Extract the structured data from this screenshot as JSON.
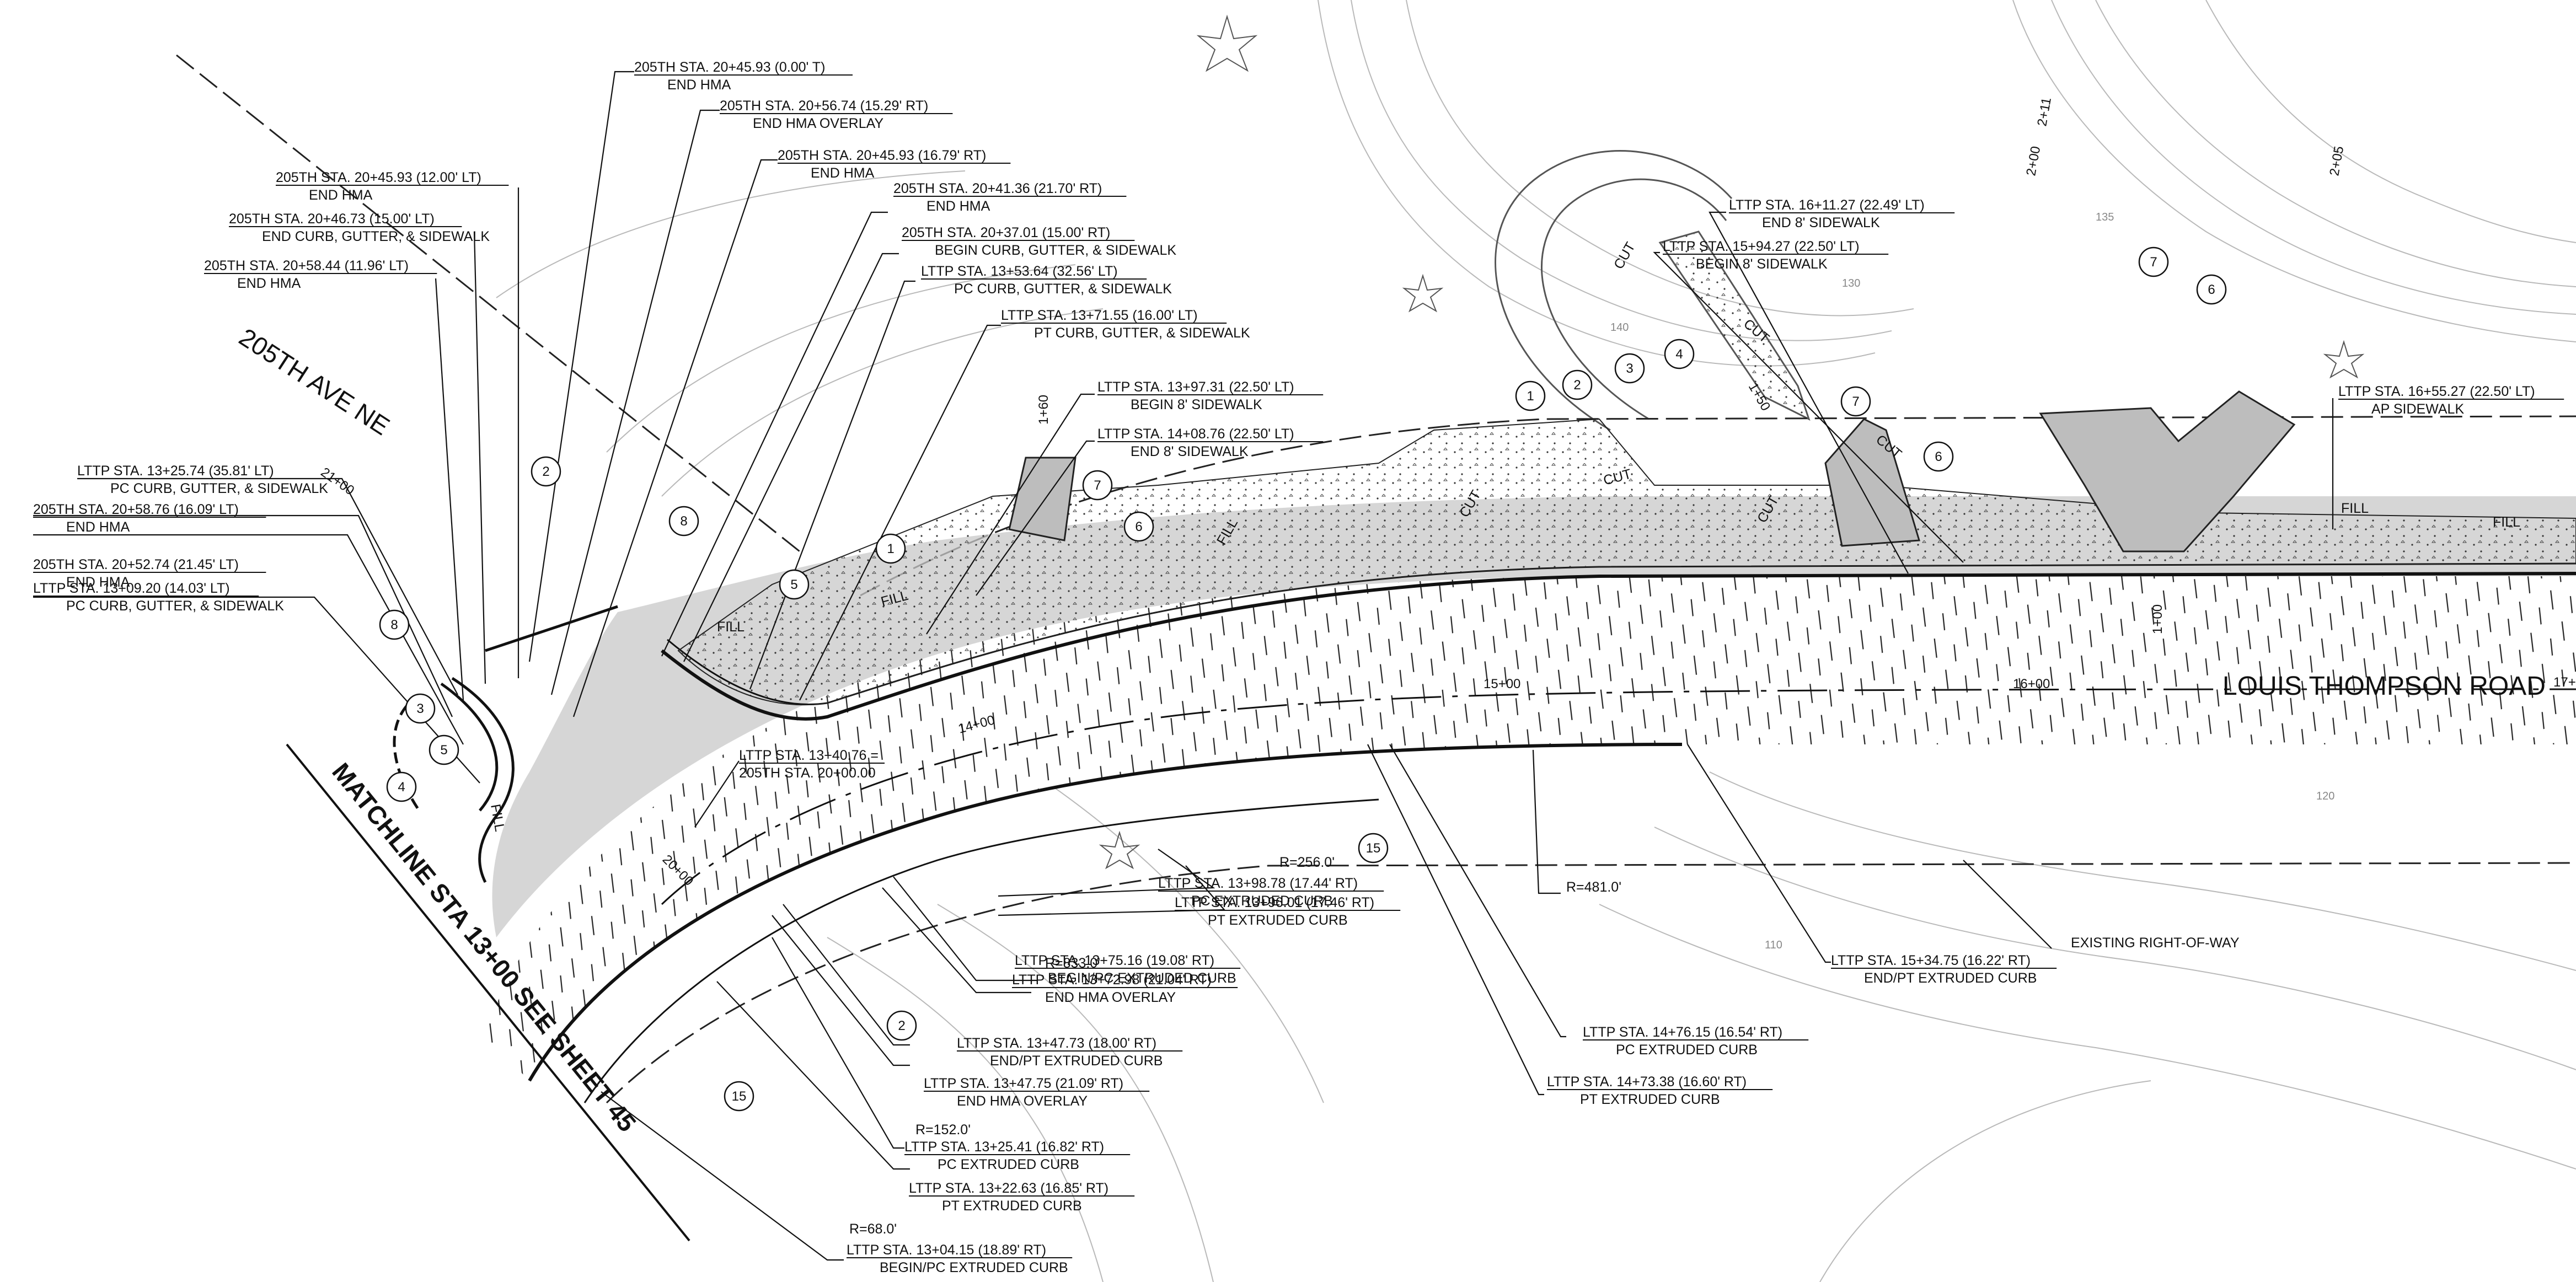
{
  "road_name": "LOUIS THOMPSON ROAD",
  "street_name": "205TH AVE NE",
  "matchline": "MATCHLINE STA 13+00 SEE SHEET 45",
  "labels": {
    "existing_row": "EXISTING RIGHT-OF-WAY",
    "fill": "FILL",
    "cut": "CUT"
  },
  "radii": [
    "R=256.0'",
    "R=481.0'",
    "R=833.0'",
    "R=152.0'",
    "R=68.0'"
  ],
  "stations": [
    "14+00",
    "15+00",
    "16+00",
    "17+",
    "21+00",
    "20+00",
    "1+60",
    "1+00",
    "2+00",
    "2+11",
    "2+05",
    "1+50"
  ],
  "callouts": [
    {
      "l1": "205TH STA. 20+45.93  (0.00' T)",
      "l2": "END HMA"
    },
    {
      "l1": "205TH STA. 20+56.74  (15.29' RT)",
      "l2": "END HMA OVERLAY"
    },
    {
      "l1": "205TH STA. 20+45.93  (16.79' RT)",
      "l2": "END HMA"
    },
    {
      "l1": "205TH STA. 20+45.93  (12.00' LT)",
      "l2": "END HMA"
    },
    {
      "l1": "205TH STA. 20+46.73  (15.00' LT)",
      "l2": "END CURB, GUTTER, & SIDEWALK"
    },
    {
      "l1": "205TH STA. 20+58.44  (11.96' LT)",
      "l2": "END HMA"
    },
    {
      "l1": "205TH STA. 20+41.36  (21.70' RT)",
      "l2": "END HMA"
    },
    {
      "l1": "205TH STA. 20+37.01  (15.00' RT)",
      "l2": "BEGIN CURB, GUTTER, & SIDEWALK"
    },
    {
      "l1": "LTTP STA. 13+53.64  (32.56' LT)",
      "l2": "PC CURB, GUTTER, & SIDEWALK"
    },
    {
      "l1": "LTTP STA. 13+71.55  (16.00' LT)",
      "l2": "PT CURB, GUTTER, & SIDEWALK"
    },
    {
      "l1": "LTTP STA. 13+97.31  (22.50' LT)",
      "l2": "BEGIN 8' SIDEWALK"
    },
    {
      "l1": "LTTP STA. 14+08.76  (22.50' LT)",
      "l2": "END 8' SIDEWALK"
    },
    {
      "l1": "LTTP STA. 16+11.27  (22.49' LT)",
      "l2": "END 8' SIDEWALK"
    },
    {
      "l1": "LTTP STA. 15+94.27  (22.50' LT)",
      "l2": "BEGIN 8' SIDEWALK"
    },
    {
      "l1": "LTTP STA. 16+55.27  (22.50' LT)",
      "l2": "AP SIDEWALK"
    },
    {
      "l1": "LTTP STA. 13+25.74  (35.81' LT)",
      "l2": "PC CURB, GUTTER, & SIDEWALK"
    },
    {
      "l1": "205TH STA. 20+58.76  (16.09' LT)",
      "l2": "END HMA"
    },
    {
      "l1": "205TH STA. 20+52.74  (21.45' LT)",
      "l2": "END HMA"
    },
    {
      "l1": "LTTP STA. 13+09.20  (14.03' LT)",
      "l2": "PC CURB, GUTTER, & SIDEWALK"
    },
    {
      "l1": "LTTP STA. 13+40.76 =",
      "l2": "205TH STA. 20+00.00"
    },
    {
      "l1": "LTTP STA. 13+98.78  (17.44' RT)",
      "l2": "PC EXTRUDED CURB"
    },
    {
      "l1": "LTTP STA. 13+96.01  (17.46' RT)",
      "l2": "PT EXTRUDED CURB"
    },
    {
      "l1": "LTTP STA. 13+75.16  (19.08' RT)",
      "l2": "BEGIN/PC EXTRUDED CURB"
    },
    {
      "l1": "LTTP STA. 13+72.98  (21.04' RT)",
      "l2": "END HMA OVERLAY"
    },
    {
      "l1": "LTTP STA. 13+47.73  (18.00' RT)",
      "l2": "END/PT EXTRUDED CURB"
    },
    {
      "l1": "LTTP STA. 13+47.75  (21.09' RT)",
      "l2": "END HMA OVERLAY"
    },
    {
      "l1": "LTTP STA. 13+25.41  (16.82' RT)",
      "l2": "PC EXTRUDED CURB"
    },
    {
      "l1": "LTTP STA. 13+22.63  (16.85' RT)",
      "l2": "PT EXTRUDED CURB"
    },
    {
      "l1": "LTTP STA. 13+04.15  (18.89' RT)",
      "l2": "BEGIN/PC EXTRUDED CURB"
    },
    {
      "l1": "LTTP STA. 14+76.15  (16.54' RT)",
      "l2": "PC EXTRUDED CURB"
    },
    {
      "l1": "LTTP STA. 14+73.38  (16.60' RT)",
      "l2": "PT EXTRUDED CURB"
    },
    {
      "l1": "LTTP STA. 15+34.75  (16.22' RT)",
      "l2": "END/PT EXTRUDED CURB"
    }
  ],
  "bubbles": [
    "1",
    "2",
    "3",
    "4",
    "5",
    "6",
    "7",
    "8",
    "15"
  ]
}
